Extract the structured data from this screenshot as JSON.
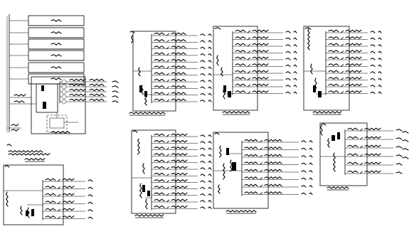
{
  "drawing": {
    "background": "#ffffff",
    "line_color": "#000000"
  },
  "schematics": [
    {
      "id": "top-left-distribution",
      "circuits": 6
    },
    {
      "id": "top-left-main-panel",
      "circuits": 5
    },
    {
      "id": "panel-top-1",
      "circuits": 11
    },
    {
      "id": "panel-top-2",
      "circuits": 10
    },
    {
      "id": "panel-top-3",
      "circuits": 10
    },
    {
      "id": "panel-bottom-left",
      "circuits": 6
    },
    {
      "id": "panel-bottom-1",
      "circuits": 12
    },
    {
      "id": "panel-bottom-2",
      "circuits": 8
    },
    {
      "id": "panel-bottom-3",
      "circuits": 6
    }
  ]
}
